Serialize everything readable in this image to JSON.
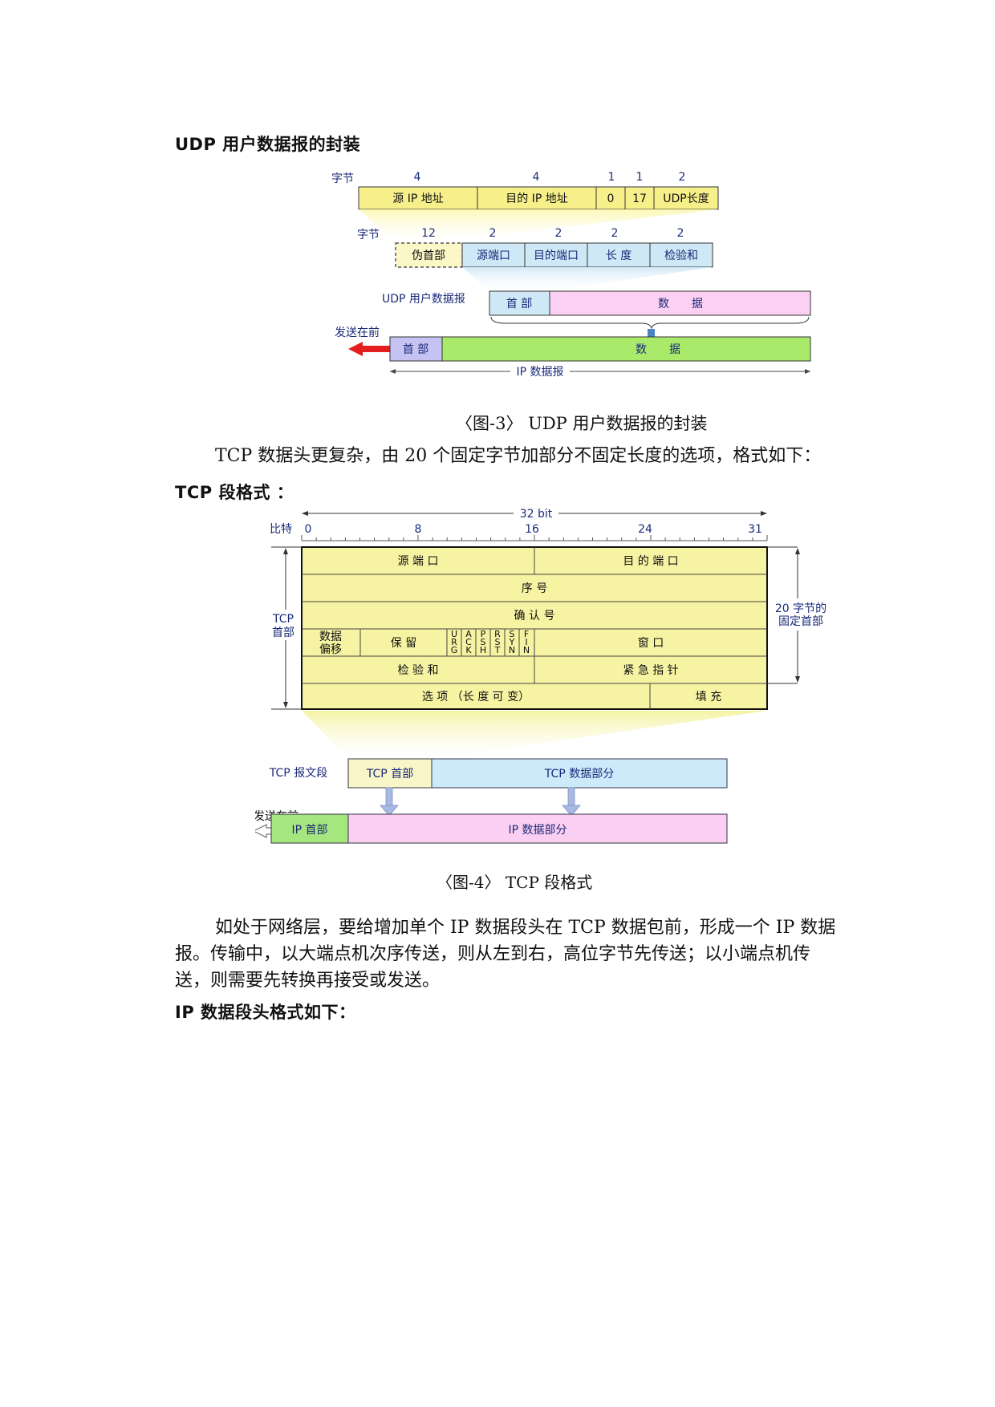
{
  "udp_heading": "UDP 用户数据报的封装",
  "udp_figure": {
    "byte_label_top": "字节",
    "top_sizes": [
      "4",
      "4",
      "1",
      "1",
      "2"
    ],
    "top_fields": [
      "源 IP 地址",
      "目的 IP 地址",
      "0",
      "17",
      "UDP长度"
    ],
    "byte_label_mid": "字节",
    "mid_sizes": [
      "12",
      "2",
      "2",
      "2",
      "2"
    ],
    "mid_fields": [
      "伪首部",
      "源端口",
      "目的端口",
      "长 度",
      "检验和"
    ],
    "udp_datagram_label": "UDP 用户数据报",
    "udp_header": "首 部",
    "udp_data": "数　　据",
    "send_first": "发送在前",
    "ip_header": "首 部",
    "ip_data": "数　　据",
    "ip_datagram": "IP 数据报"
  },
  "udp_caption": "〈图-3〉 UDP 用户数据报的封装",
  "tcp_intro": "TCP 数据头更复杂，由 20 个固定字节加部分不固定长度的选项，格式如下：",
  "tcp_heading": "TCP 段格式 ：",
  "tcp_figure": {
    "bits_label": "32 bit",
    "bit_label": "比特",
    "bit_ticks": [
      "0",
      "8",
      "16",
      "24",
      "31"
    ],
    "tcp_header_left": [
      "TCP",
      "首部"
    ],
    "fixed_header_right": [
      "20 字节的",
      "固定首部"
    ],
    "source_port": "源 端 口",
    "dest_port": "目 的 端 口",
    "seq": "序 号",
    "ack": "确 认 号",
    "data_offset": [
      "数据",
      "偏移"
    ],
    "reserved": "保 留",
    "flags": [
      [
        "U",
        "R",
        "G"
      ],
      [
        "A",
        "C",
        "K"
      ],
      [
        "P",
        "S",
        "H"
      ],
      [
        "R",
        "S",
        "T"
      ],
      [
        "S",
        "Y",
        "N"
      ],
      [
        "F",
        "I",
        "N"
      ]
    ],
    "window": "窗 口",
    "checksum": "检 验 和",
    "urgent": "紧 急 指 针",
    "options": "选 项 （长 度 可 变）",
    "padding": "填 充",
    "segment_label": "TCP 报文段",
    "segment_header": "TCP 首部",
    "segment_data": "TCP 数据部分",
    "send_first": "发送在前",
    "ip_header": "IP 首部",
    "ip_data": "IP 数据部分"
  },
  "tcp_caption": "〈图-4〉 TCP 段格式",
  "ip_paragraph": [
    "如处于网络层，要给增加单个 IP 数据段头在 TCP 数据包前，形成一个 IP 数据",
    "报。传输中，以大端点机次序传送，则从左到右，高位字节先传送；以小端点机传",
    "送，则需要先转换再接受或发送。"
  ],
  "ip_heading": "IP 数据段头格式如下："
}
